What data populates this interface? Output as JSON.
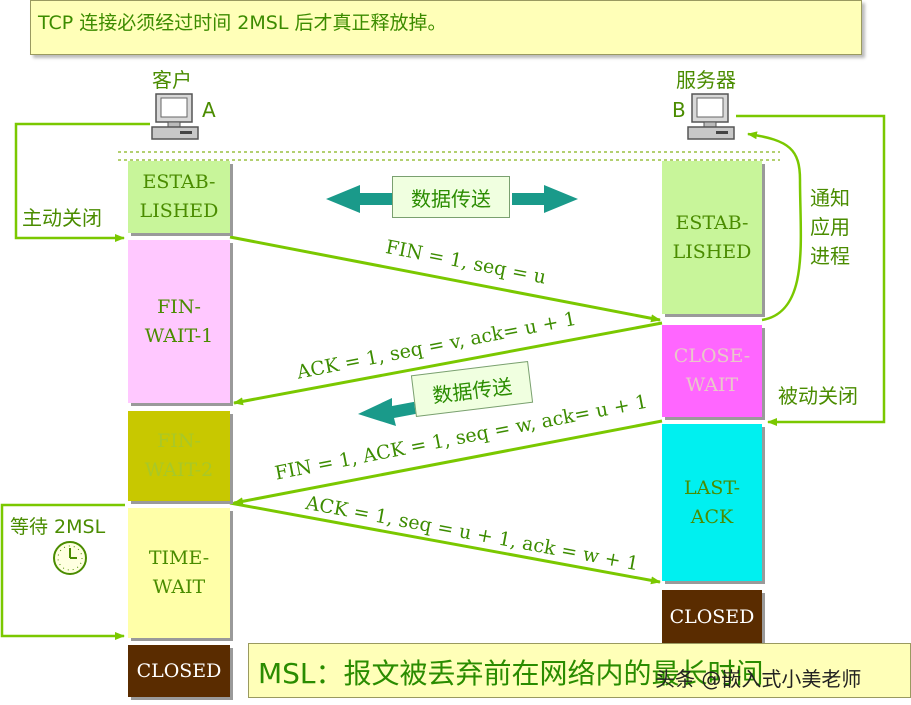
{
  "title": "TCP 连接必须经过时间 2MSL 后才真正释放掉。",
  "client": {
    "label": "客户",
    "id": "A"
  },
  "server": {
    "label": "服务器",
    "id": "B"
  },
  "client_states": [
    {
      "line1": "ESTAB-",
      "line2": "LISHED",
      "bg": "#c8f59a",
      "fg": "#4a8c00"
    },
    {
      "line1": "FIN-",
      "line2": "WAIT-1",
      "bg": "#ffc8ff",
      "fg": "#4a8c00"
    },
    {
      "line1": "FIN-",
      "line2": "WAIT-2",
      "bg": "#c8c800",
      "fg": "#a8c828"
    },
    {
      "line1": "TIME-",
      "line2": "WAIT",
      "bg": "#ffffa8",
      "fg": "#4a8c00"
    },
    {
      "line1": "CLOSED",
      "line2": "",
      "bg": "#5a2c00",
      "fg": "#ffffff"
    }
  ],
  "server_states": [
    {
      "line1": "ESTAB-",
      "line2": "LISHED",
      "bg": "#c8f59a",
      "fg": "#4a8c00"
    },
    {
      "line1": "CLOSE-",
      "line2": "WAIT",
      "bg": "#ff66ff",
      "fg": "#e8c8c8"
    },
    {
      "line1": "LAST-",
      "line2": "ACK",
      "bg": "#00f0f0",
      "fg": "#4a8c00"
    },
    {
      "line1": "CLOSED",
      "line2": "",
      "bg": "#5a2c00",
      "fg": "#ffffff"
    }
  ],
  "messages": [
    "FIN = 1, seq = u",
    "ACK = 1, seq = v, ack= u + 1",
    "FIN = 1, ACK = 1, seq = w, ack= u + 1",
    "ACK = 1, seq = u + 1, ack = w + 1"
  ],
  "data_transfer_label": "数据传送",
  "active_close": "主动关闭",
  "passive_close": "被动关闭",
  "notify_app": [
    "通知",
    "应用",
    "进程"
  ],
  "wait_label": "等待 2MSL",
  "msl_note": "MSL：报文被丢弃前在网络内的最长时间",
  "watermark": "头条 @嵌入式小美老师"
}
